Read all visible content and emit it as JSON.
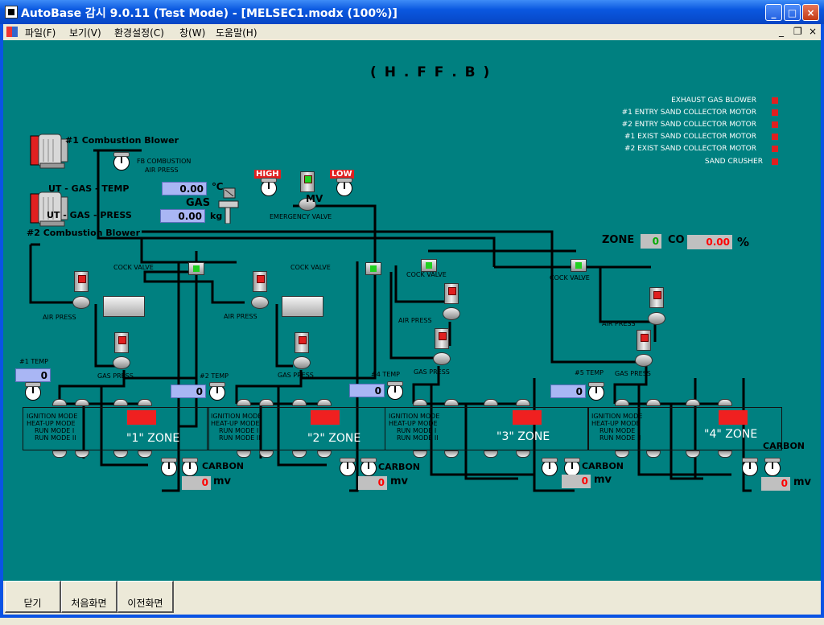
{
  "window": {
    "title": "AutoBase 감시 9.0.11 (Test Mode) - [MELSEC1.modx (100%)]",
    "minimize": "_",
    "maximize": "□",
    "close": "×"
  },
  "menu": {
    "items": [
      "파일(F)",
      "보기(V)",
      "환경설정(C)",
      "창(W)",
      "도움말(H)"
    ],
    "mdi_min": "_",
    "mdi_restore": "❐",
    "mdi_close": "×"
  },
  "diagram": {
    "title": "( H . F F . B )",
    "blower1": "#1 Combustion Blower",
    "blower2": "#2 Combustion Blower",
    "fb_combustion": "FB COMBUSTION",
    "air_press_lbl": "AIR PRESS",
    "ut_gas_temp": "UT - GAS - TEMP",
    "ut_gas_press": "UT - GAS - PRESS",
    "gas_temp_value": "0.00",
    "gas_temp_unit": "℃",
    "gas_press_value": "0.00",
    "gas_press_unit": "kg",
    "gas_label": "GAS",
    "high": "HIGH",
    "low": "LOW",
    "mv_label": "MV",
    "emergency_valve": "EMERGENCY VALVE",
    "cock_valve": "COCK VALVE",
    "air_press": "AIR PRESS",
    "gas_press": "GAS PRESS",
    "zone_label": "ZONE",
    "zone_value": "0",
    "co_label": "CO",
    "co_value": "0.00",
    "co_unit": "%",
    "carbon": "CARBON",
    "mv_unit": "mv",
    "mode_lines": [
      "IGNITION MODE",
      "HEAT-UP MODE",
      "RUN MODE I",
      "RUN MODE II"
    ],
    "temps": [
      {
        "label": "#1 TEMP",
        "value": "0"
      },
      {
        "label": "#2 TEMP",
        "value": "0"
      },
      {
        "label": "#4 TEMP",
        "value": "0"
      },
      {
        "label": "#5 TEMP",
        "value": "0"
      }
    ],
    "zones": [
      "\"1\" ZONE",
      "\"2\" ZONE",
      "\"3\" ZONE",
      "\"4\" ZONE"
    ],
    "carbon_values": [
      "0",
      "0",
      "0",
      "0"
    ],
    "legend": [
      "EXHAUST GAS BLOWER",
      "#1 ENTRY SAND COLLECTOR MOTOR",
      "#2 ENTRY SAND COLLECTOR MOTOR",
      "#1 EXIST SAND COLLECTOR MOTOR",
      "#2 EXIST SAND COLLECTOR MOTOR",
      "SAND CRUSHER"
    ],
    "colors": {
      "background": "#008080",
      "alarm": "#E02020",
      "ok": "#20D020",
      "value_box": "#A9B6F4"
    }
  },
  "bottom": {
    "close": "닫기",
    "home": "처음화면",
    "prev": "이전화면"
  }
}
